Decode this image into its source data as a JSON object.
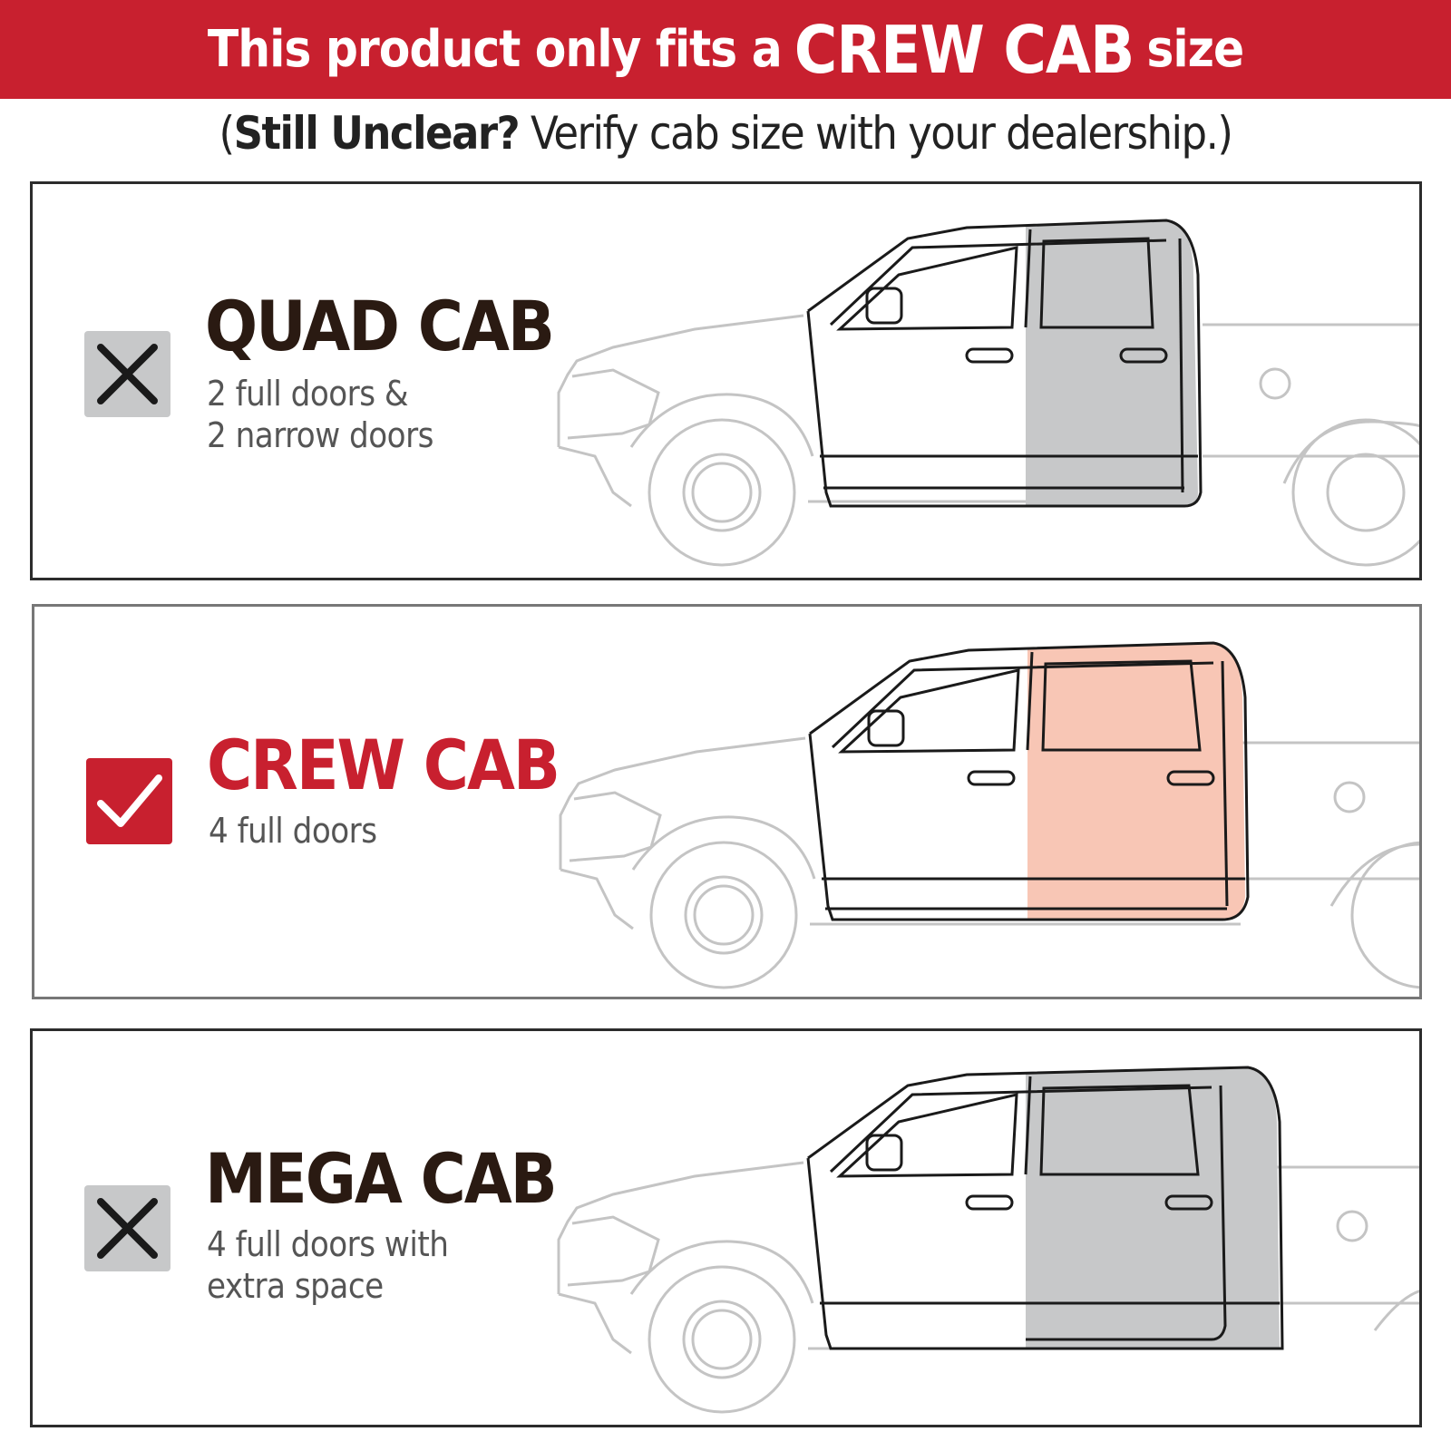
{
  "banner": {
    "part1": "This product only fits a",
    "part2": "CREW CAB",
    "part3": "size"
  },
  "subtitle": {
    "open": "(",
    "bold": "Still Unclear?",
    "rest": " Verify cab size with your dealership.)"
  },
  "panels": [
    {
      "title": "QUAD CAB",
      "desc": "2 full doors &\n2 narrow doors",
      "status": "x-icon",
      "fits": false
    },
    {
      "title": "CREW CAB",
      "desc": "4 full doors",
      "status": "checkmark-icon",
      "fits": true
    },
    {
      "title": "MEGA CAB",
      "desc": "4 full doors with\nextra space",
      "status": "x-icon",
      "fits": false
    }
  ],
  "colors": {
    "brand_red": "#c8202f",
    "highlight_gray": "#c7c8c9",
    "highlight_peach": "#f8c6b5"
  }
}
